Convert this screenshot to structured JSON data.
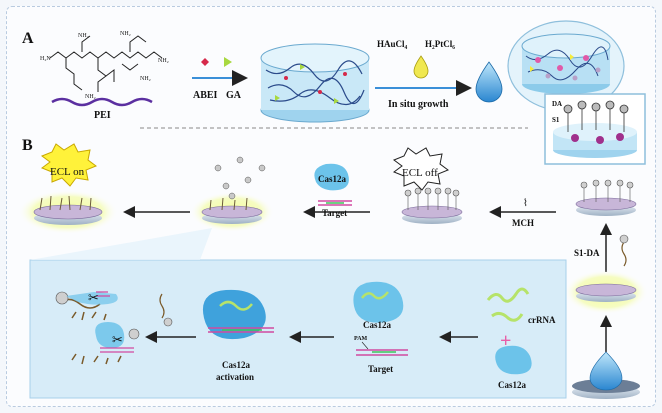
{
  "panel_a": {
    "letter": "A",
    "pei_label": "PEI",
    "reagent1": "ABEI",
    "reagent2": "GA",
    "metal_precursor1": "HAuCl₄",
    "metal_precursor2": "H₂PtCl₆",
    "growth_label": "In situ growth"
  },
  "panel_b": {
    "letter": "B",
    "ecl_on": "ECL on",
    "ecl_off": "ECL off",
    "cas12a": "Cas12a",
    "target": "Target",
    "mch": "MCH",
    "s1da": "S1-DA",
    "da": "DA",
    "s1": "S1",
    "crrna": "crRNA",
    "pam": "PAM",
    "activation_line1": "Cas12a",
    "activation_line2": "activation"
  },
  "colors": {
    "blue_bg": "#d7ecf8",
    "cas12a": "#6cc3ea",
    "ecl_burst": "#fff23a",
    "arrow": "#222222",
    "reagent1": "#d6294a",
    "reagent2": "#a8d840"
  }
}
